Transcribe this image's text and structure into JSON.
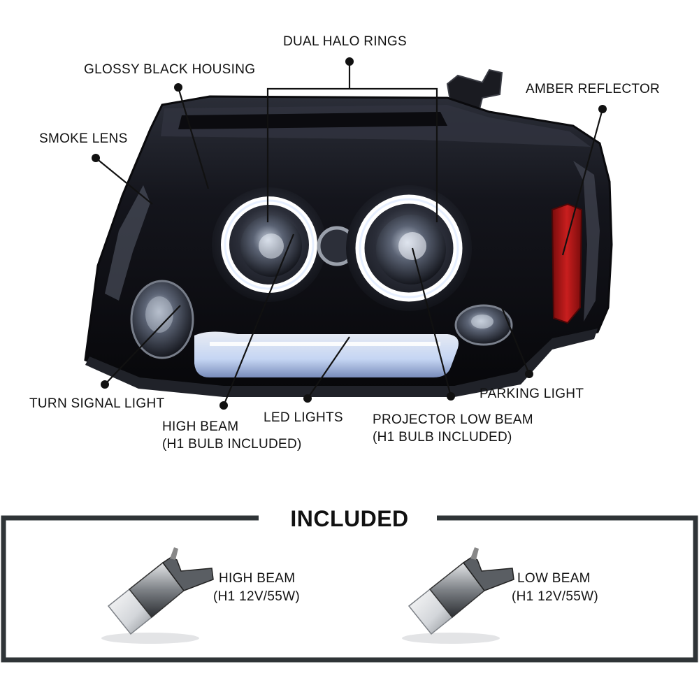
{
  "callouts": {
    "dual_halo_rings": "DUAL HALO RINGS",
    "glossy_black_housing": "GLOSSY BLACK HOUSING",
    "amber_reflector": "AMBER REFLECTOR",
    "smoke_lens": "SMOKE LENS",
    "turn_signal_light": "TURN SIGNAL LIGHT",
    "high_beam_line1": "HIGH BEAM",
    "high_beam_line2": "(H1 BULB INCLUDED)",
    "led_lights": "LED LIGHTS",
    "projector_low_beam_line1": "PROJECTOR LOW BEAM",
    "projector_low_beam_line2": "(H1 BULB INCLUDED)",
    "parking_light": "PARKING LIGHT"
  },
  "included": {
    "title": "INCLUDED",
    "items": [
      {
        "name": "HIGH BEAM",
        "spec": "(H1 12V/55W)",
        "icon": "h1-bulb-icon"
      },
      {
        "name": "LOW BEAM",
        "spec": "(H1 12V/55W)",
        "icon": "h1-bulb-icon"
      }
    ]
  },
  "colors": {
    "housing": "#0e0e14",
    "halo": "#ffffff",
    "amber_reflector": "#b81818",
    "led_strip": "#dde9ff",
    "frame": "#2f3437"
  }
}
